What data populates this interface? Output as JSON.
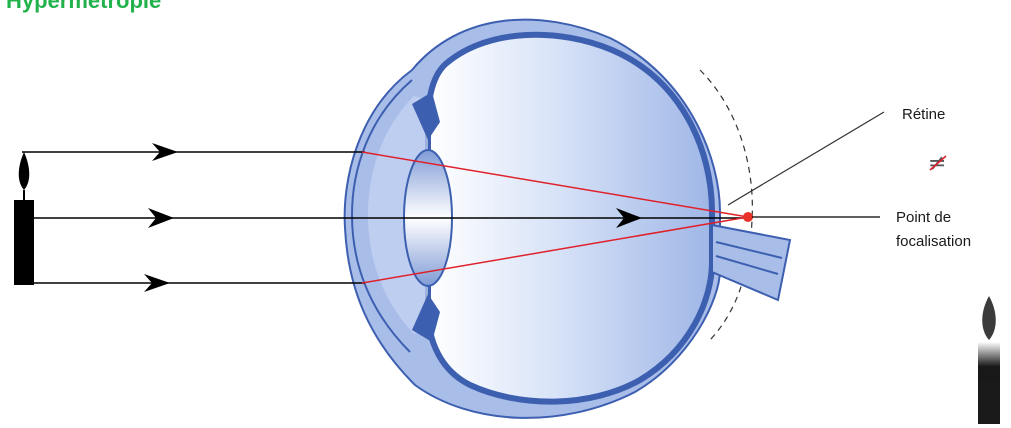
{
  "title": "Hypermétropie",
  "labels": {
    "retina": "Rétine",
    "focal_point_line1": "Point de",
    "focal_point_line2": "focalisation",
    "not_equal_symbol": "≠"
  },
  "colors": {
    "title": "#22b24c",
    "ray": "#e0202a",
    "focal_point": "#e8322a",
    "eye_outer": "#a9bde9",
    "eye_inner": "#c8d6f3",
    "eye_stroke": "#3d5fb0"
  },
  "icons": [
    "candle-object",
    "candle-image",
    "arrow-right-icon"
  ]
}
